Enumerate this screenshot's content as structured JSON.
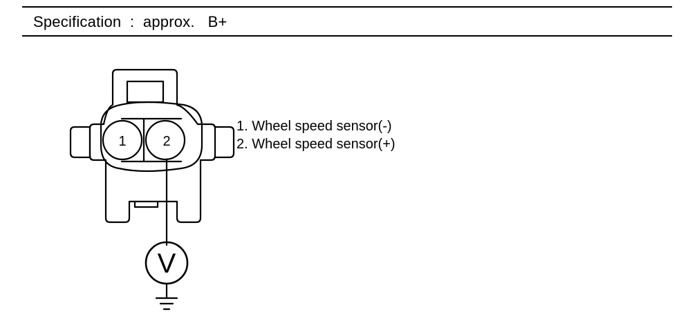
{
  "specification": {
    "label": "Specification",
    "separator": ":",
    "value": "approx.   B+"
  },
  "connector": {
    "pin_1": "1",
    "pin_2": "2"
  },
  "meter": {
    "symbol": "V"
  },
  "legend": [
    "1. Wheel speed sensor(-)",
    "2. Wheel speed sensor(+)"
  ]
}
